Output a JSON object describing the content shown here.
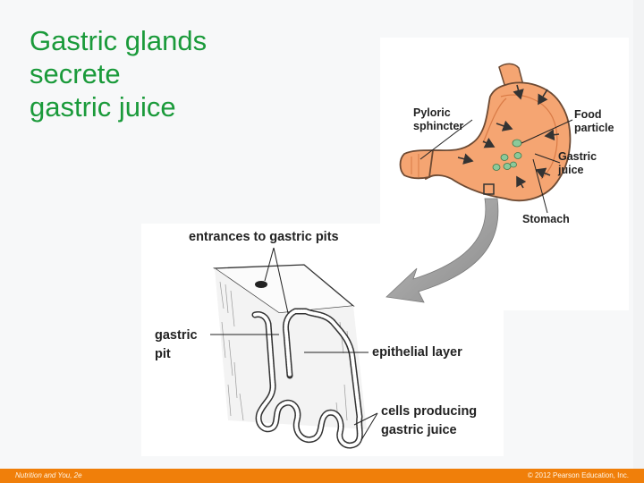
{
  "title": {
    "lines": [
      "Gastric glands",
      "secrete",
      "gastric juice"
    ]
  },
  "stomach_labels": {
    "pyloric": [
      "Pyloric",
      "sphincter"
    ],
    "food": [
      "Food",
      "particle"
    ],
    "juice": [
      "Gastric",
      "juice"
    ],
    "stomach": "Stomach"
  },
  "gland_labels": {
    "entrances": "entrances to gastric pits",
    "pit": [
      "gastric",
      "pit"
    ],
    "epithelial": "epithelial layer",
    "cells": [
      "cells producing",
      "gastric juice"
    ]
  },
  "footer": {
    "left": "Nutrition and You, 2e",
    "right": "© 2012 Pearson Education, Inc."
  },
  "colors": {
    "title": "#1a9a3a",
    "stomach_fill": "#f5a572",
    "footer_bar": "#f07f0a",
    "food_particle": "#8bc99a"
  }
}
